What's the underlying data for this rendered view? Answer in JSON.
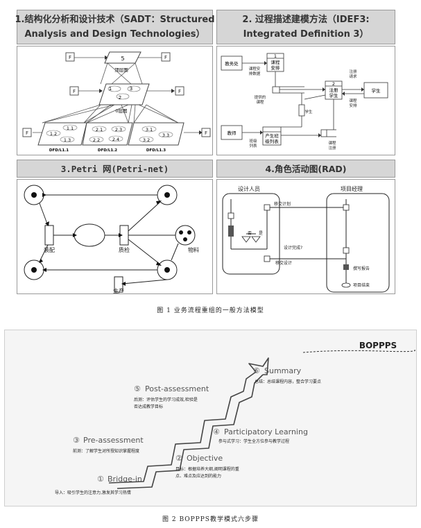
{
  "figure1": {
    "sadt": {
      "title_line1": "1.结构化分析和设计技术（SADT：Structured",
      "title_line2": "Analysis and Design Technologies）",
      "top_box": "5",
      "top_label": "顶层图",
      "mid_nodes": [
        "1",
        "2",
        "3"
      ],
      "mid_label": "0层图",
      "side_box": "F",
      "clusters": [
        {
          "nodes": [
            "1.1",
            "1.2",
            "1.3"
          ],
          "label": "DFD/L1.1"
        },
        {
          "nodes": [
            "2.1",
            "2.2",
            "2.3",
            "2.4"
          ],
          "label": "DFD/L1.2"
        },
        {
          "nodes": [
            "3.1",
            "3.2",
            "3.3"
          ],
          "label": "DFD/L1.3"
        }
      ]
    },
    "idef3": {
      "title_line1": "2. 过程描述建模方法（IDEF3:",
      "title_line2": "Integrated Definition 3）",
      "left_top": "教务处",
      "left_bottom": "教师",
      "right": "学生",
      "box1_num": "1",
      "box1_text": [
        "课程",
        "安排"
      ],
      "box2_num": "2",
      "box2_text": [
        "注册",
        "学生"
      ],
      "box3_num": "3",
      "box3_text": [
        "产生班",
        "级列表"
      ],
      "labels": {
        "a": [
          "课程安",
          "排数据"
        ],
        "b": [
          "提供的",
          "课程"
        ],
        "c": [
          "注册",
          "请求"
        ],
        "d": [
          "课程",
          "安排"
        ],
        "e": "学生",
        "f": [
          "班级",
          "列表"
        ],
        "g": [
          "课程",
          "注册"
        ]
      }
    },
    "petri": {
      "title": "3.Petri 网(Petri-net)",
      "labels": [
        "装配",
        "质检",
        "物料",
        "生产"
      ]
    },
    "rad": {
      "title": "4.角色活动图(RAD)",
      "role1": "设计人员",
      "role2": "项目经理",
      "labels": [
        "移交计划",
        "否",
        "是",
        "设计完成?",
        "移交设计",
        "撰写报告",
        "项目结束"
      ]
    },
    "caption": "图 1  业务流程重组的一般方法模型"
  },
  "figure2": {
    "brand": "BOPPPS",
    "steps": [
      {
        "num": "①",
        "title": "Bridge-in",
        "desc": "导入：吸引学生的注意力,激发其学习热情"
      },
      {
        "num": "②",
        "title": "Objective",
        "desc_line1": "目标：根据培养大纲,阐明课程的重",
        "desc_line2": "点、难点及应达到的能力"
      },
      {
        "num": "③",
        "title": "Pre-assessment",
        "desc": "前测：了解学生对所授知识掌握程度"
      },
      {
        "num": "④",
        "title": "Participatory Learning",
        "desc": "参与式学习：学生全方位参与教学过程"
      },
      {
        "num": "⑤",
        "title": "Post-assessment",
        "desc_line1": "后测：评估学生的学习成效,检验是",
        "desc_line2": "否达成教学目标"
      },
      {
        "num": "⑥",
        "title": "Summary",
        "desc": "总结：总结课程内容，整合学习要点"
      }
    ],
    "caption": "图 2  BOPPPS教学模式六步骤"
  }
}
